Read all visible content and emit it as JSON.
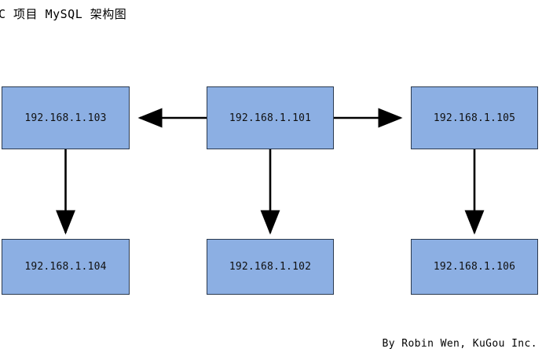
{
  "title": "C 项目 MySQL 架构图",
  "footer": {
    "credit": "By Robin Wen, KuGou Inc."
  },
  "colors": {
    "node_fill": "#8CAFE3",
    "node_border": "#2b3a4f",
    "connector": "#000000",
    "background": "#ffffff",
    "text": "#000000"
  },
  "nodes": [
    {
      "id": "node-103",
      "label": "192.168.1.103",
      "row": "top",
      "column": "left"
    },
    {
      "id": "node-101",
      "label": "192.168.1.101",
      "row": "top",
      "column": "center"
    },
    {
      "id": "node-105",
      "label": "192.168.1.105",
      "row": "top",
      "column": "right"
    },
    {
      "id": "node-104",
      "label": "192.168.1.104",
      "row": "bottom",
      "column": "left"
    },
    {
      "id": "node-102",
      "label": "192.168.1.102",
      "row": "bottom",
      "column": "center"
    },
    {
      "id": "node-106",
      "label": "192.168.1.106",
      "row": "bottom",
      "column": "right"
    }
  ],
  "connectors": [
    {
      "id": "edge-101-to-103",
      "from": "192.168.1.101",
      "to": "192.168.1.103",
      "direction": "left"
    },
    {
      "id": "edge-101-to-105",
      "from": "192.168.1.101",
      "to": "192.168.1.105",
      "direction": "right"
    },
    {
      "id": "edge-103-to-104",
      "from": "192.168.1.103",
      "to": "192.168.1.104",
      "direction": "down"
    },
    {
      "id": "edge-101-to-102",
      "from": "192.168.1.101",
      "to": "192.168.1.102",
      "direction": "down"
    },
    {
      "id": "edge-105-to-106",
      "from": "192.168.1.105",
      "to": "192.168.1.106",
      "direction": "down"
    }
  ]
}
